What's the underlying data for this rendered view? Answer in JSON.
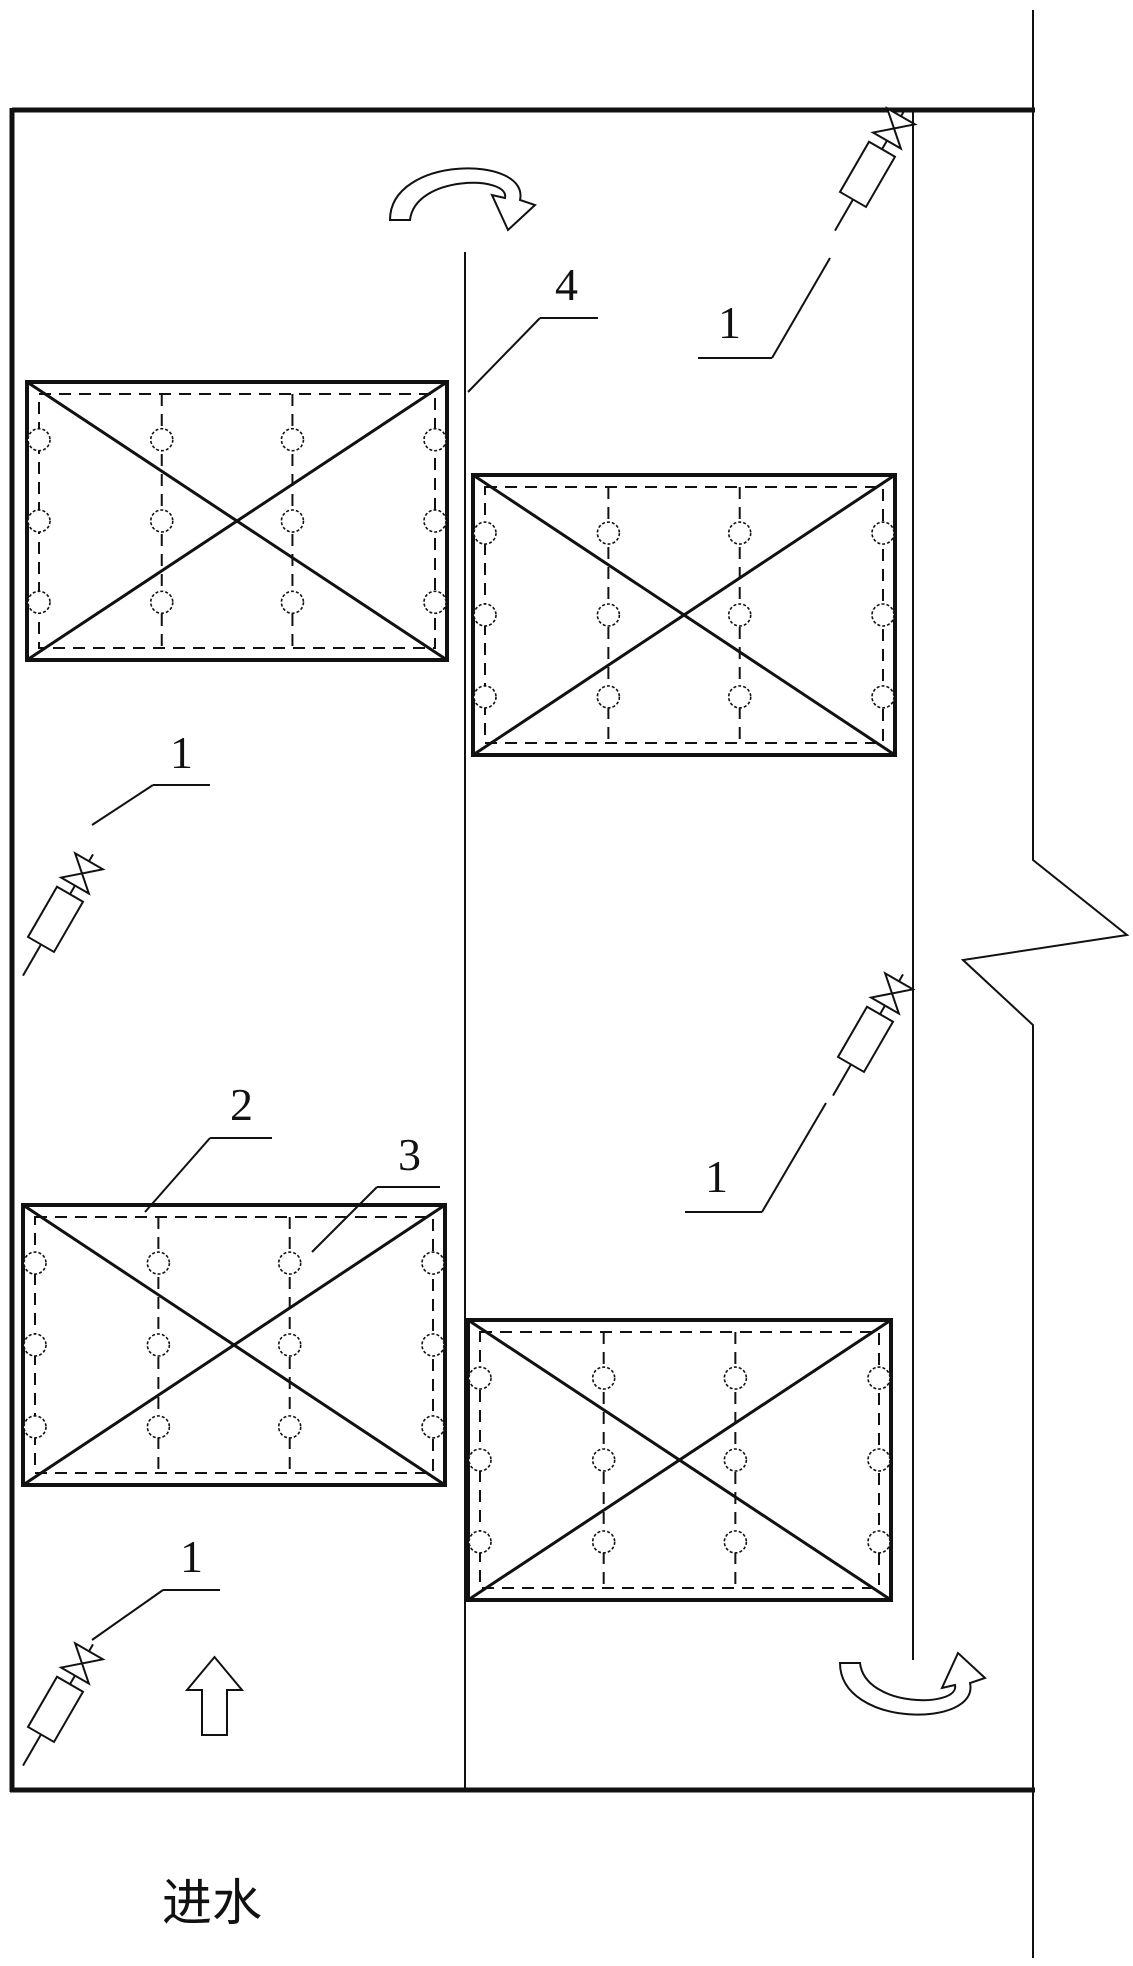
{
  "labels": {
    "aerator_tl": "1",
    "aerator_ml": "1",
    "aerator_mr": "1",
    "aerator_bl": "1",
    "baffle": "4",
    "frame": "2",
    "nozzle": "3"
  },
  "inlet_text": "进水",
  "icons": {
    "aerator": "aerator-pump-icon",
    "flow_top": "curved-flow-arrow-icon",
    "flow_bottom": "curved-flow-arrow-icon",
    "inlet": "inlet-arrow-icon"
  },
  "colors": {
    "line": "#111111",
    "background": "#ffffff"
  }
}
